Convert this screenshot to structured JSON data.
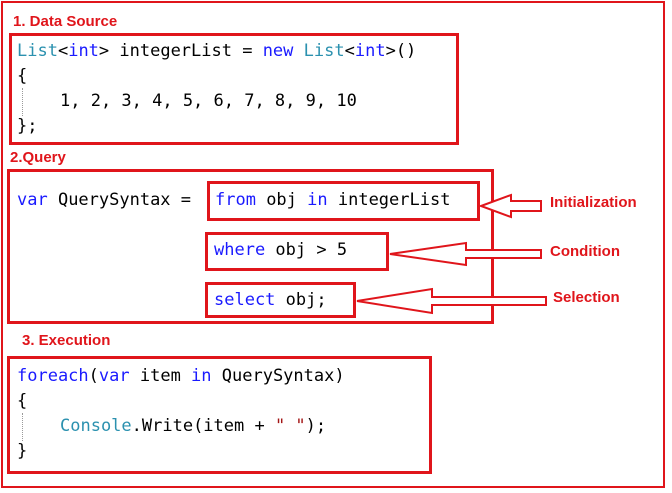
{
  "sections": {
    "data_source": "1. Data Source",
    "query": "2.Query",
    "execution": "3. Execution"
  },
  "code": {
    "ds_line1": {
      "t1": "List",
      "t2": "<",
      "t3": "int",
      "t4": "> integerList = ",
      "t5": "new",
      "t6": " ",
      "t7": "List",
      "t8": "<",
      "t9": "int",
      "t10": ">()"
    },
    "ds_line2": "{",
    "ds_line3": "1, 2, 3, 4, 5, 6, 7, 8, 9, 10",
    "ds_line4": "};",
    "q_var": "var",
    "q_name": " QuerySyntax =",
    "q_from": "from",
    "q_from_rest1": " obj ",
    "q_in": "in",
    "q_from_rest2": " integerList",
    "q_where": "where",
    "q_where_rest": " obj > 5",
    "q_select": "select",
    "q_select_rest": " obj;",
    "ex_foreach": "foreach",
    "ex_paren": "(",
    "ex_var": "var",
    "ex_item": " item ",
    "ex_in": "in",
    "ex_rest": " QuerySyntax)",
    "ex_open": "{",
    "ex_console": "Console",
    "ex_write": ".Write(item + ",
    "ex_str": "\" \"",
    "ex_end": ");",
    "ex_close": "}"
  },
  "labels": {
    "initialization": "Initialization",
    "condition": "Condition",
    "selection": "Selection"
  },
  "colors": {
    "accent": "#e0151b",
    "keyword": "#1a1aff",
    "type": "#2b91af",
    "string": "#a31515"
  }
}
